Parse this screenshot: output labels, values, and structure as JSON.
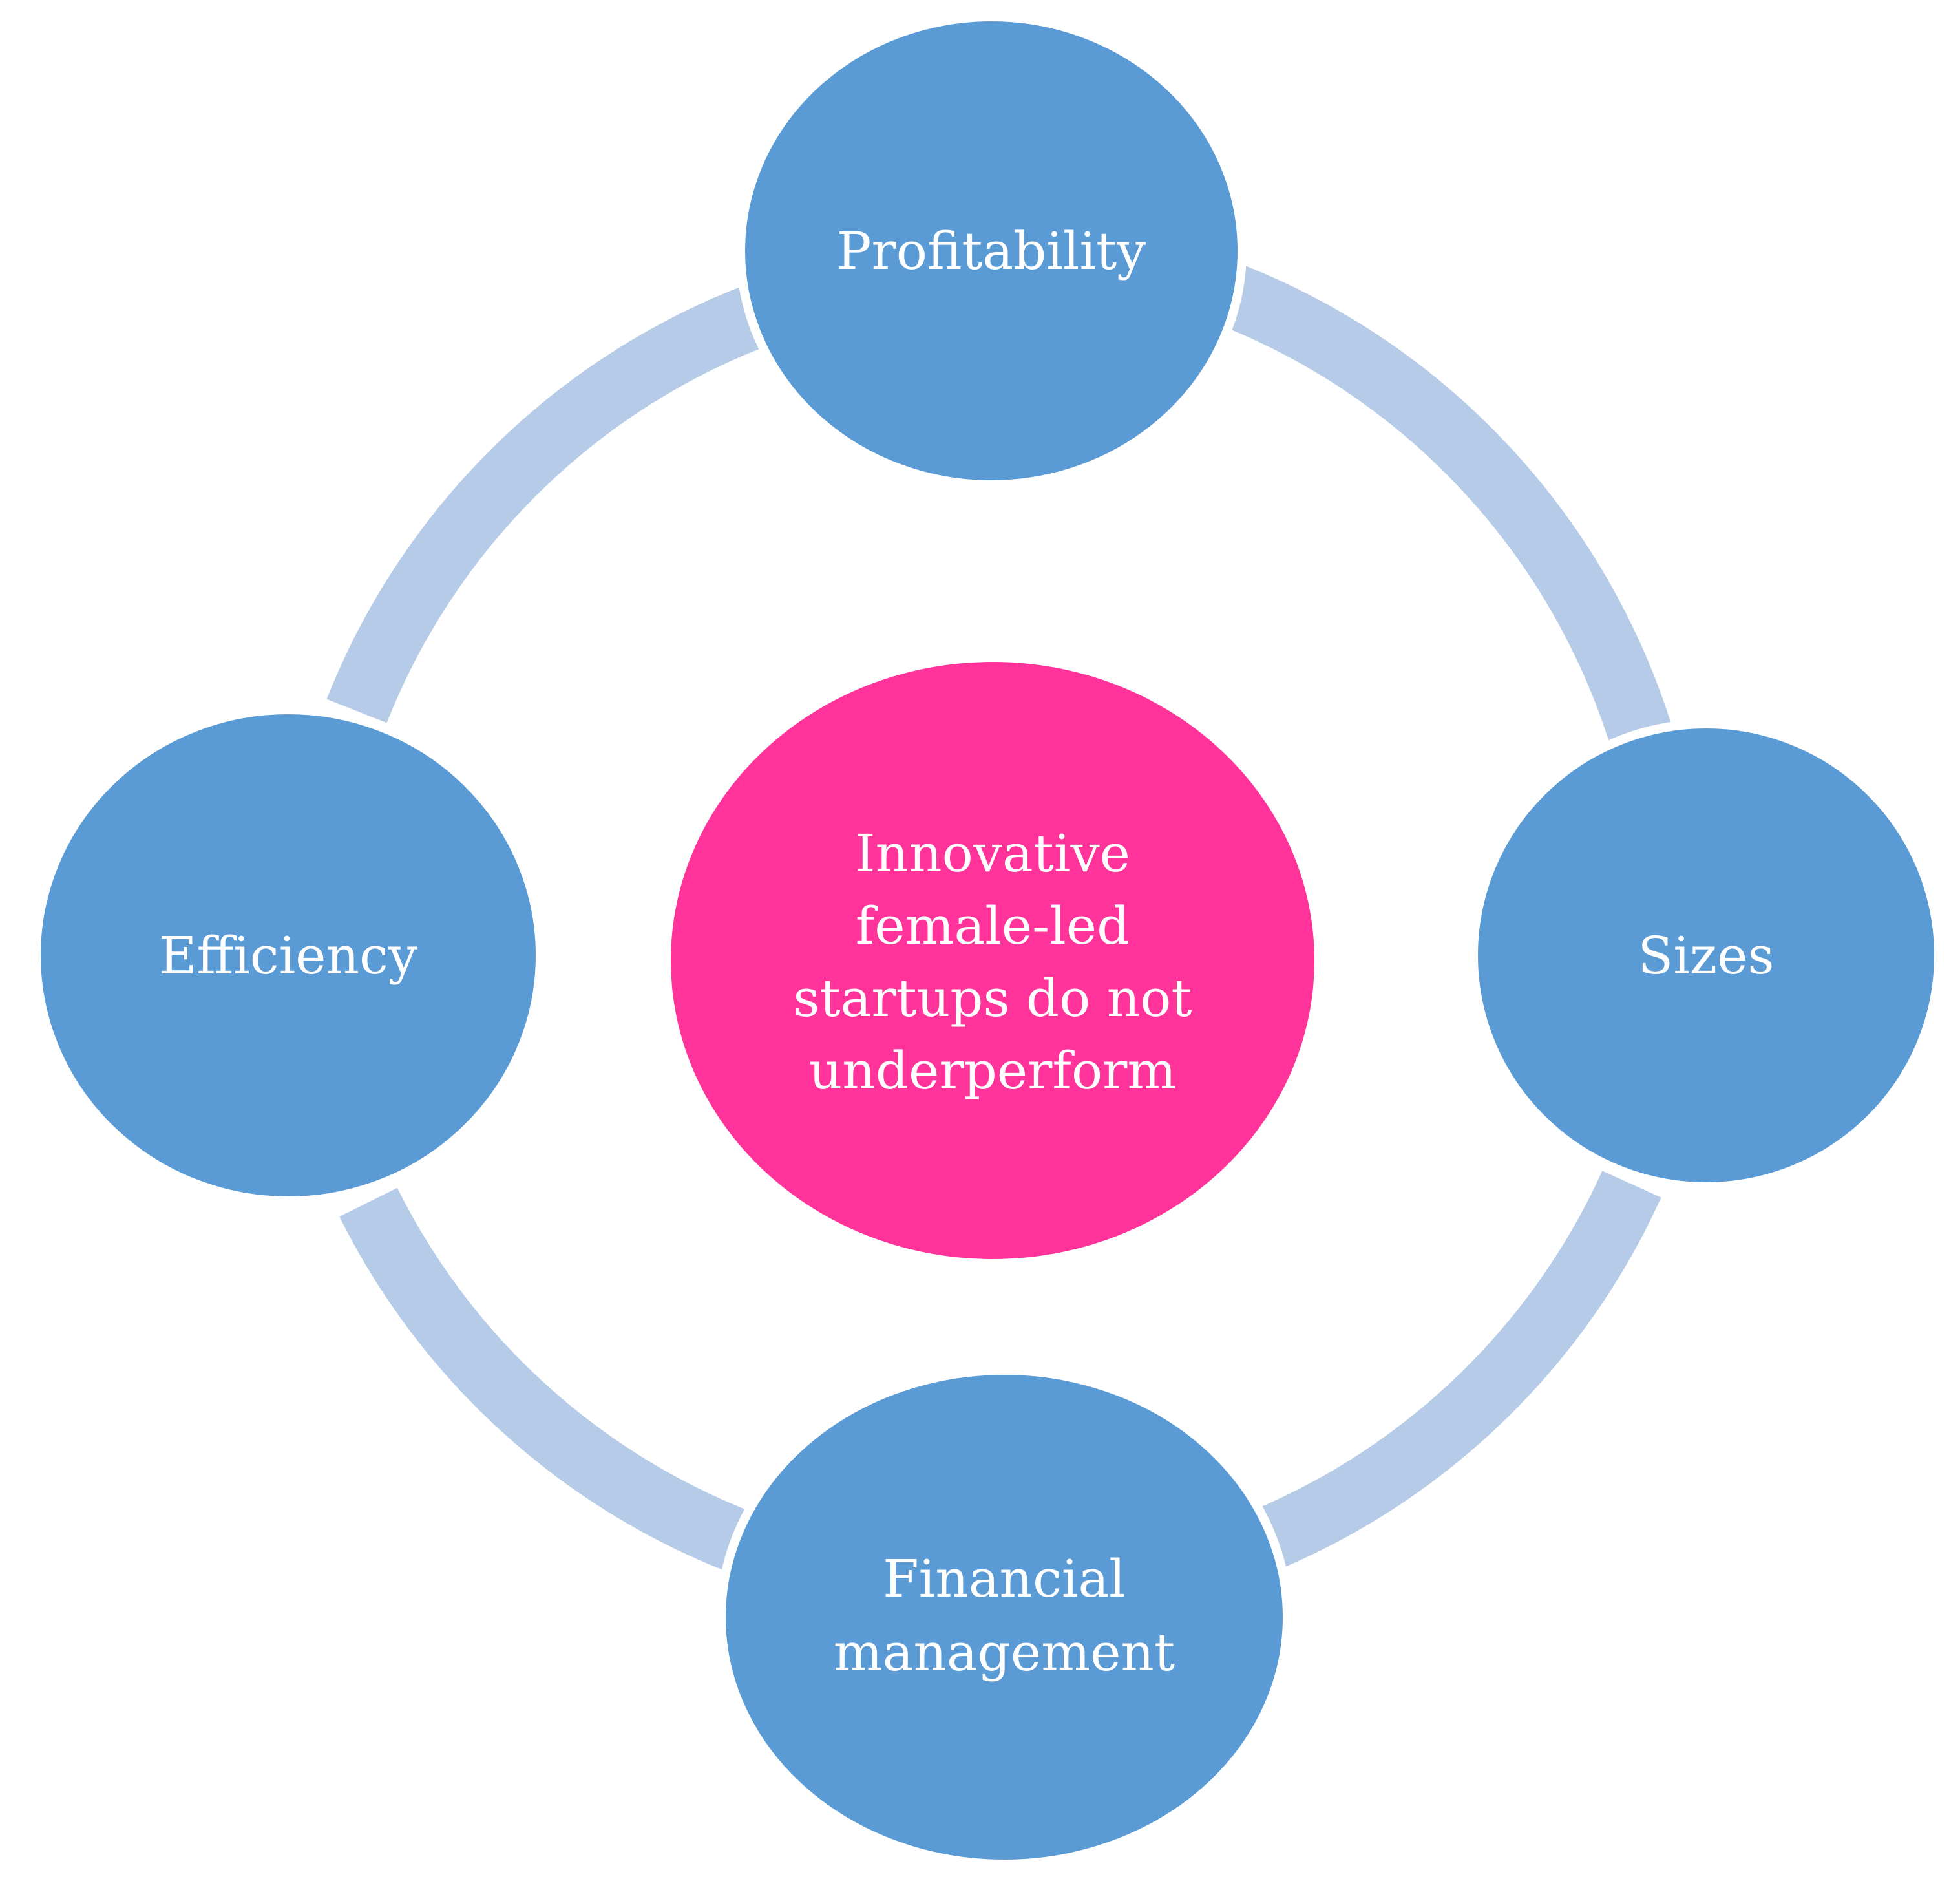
{
  "colors": {
    "ring": "#b6cbe7",
    "node_fill": "#5b9bd5",
    "center_fill": "#ff3399",
    "node_stroke": "#ffffff",
    "text": "#ffffff"
  },
  "center": {
    "lines": [
      "Innovative",
      "female-led",
      "startups do not",
      "underperform"
    ]
  },
  "nodes": {
    "top": {
      "lines": [
        "Profitability"
      ]
    },
    "right": {
      "lines": [
        "Sizes"
      ]
    },
    "bottom": {
      "lines": [
        "Financial",
        "management"
      ]
    },
    "left": {
      "lines": [
        "Efficiency"
      ]
    }
  }
}
